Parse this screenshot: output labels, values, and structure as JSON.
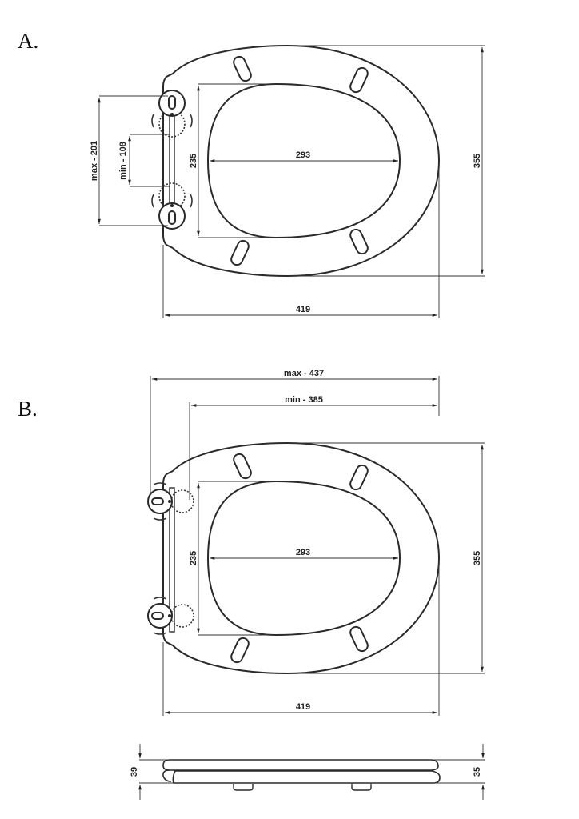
{
  "section_a": {
    "label": "A.",
    "dims": {
      "max": "max - 201",
      "min": "min - 108",
      "inner_height": "235",
      "inner_width": "293",
      "outer_height": "355",
      "outer_width": "419"
    }
  },
  "section_b": {
    "label": "B.",
    "dims": {
      "max": "max - 437",
      "min": "min - 385",
      "inner_height": "235",
      "inner_width": "293",
      "outer_height": "355",
      "outer_width": "419"
    }
  },
  "side_view": {
    "dims": {
      "total_height": "39",
      "seat_height": "35"
    }
  },
  "colors": {
    "line": "#2a2a2a",
    "background": "#ffffff"
  }
}
